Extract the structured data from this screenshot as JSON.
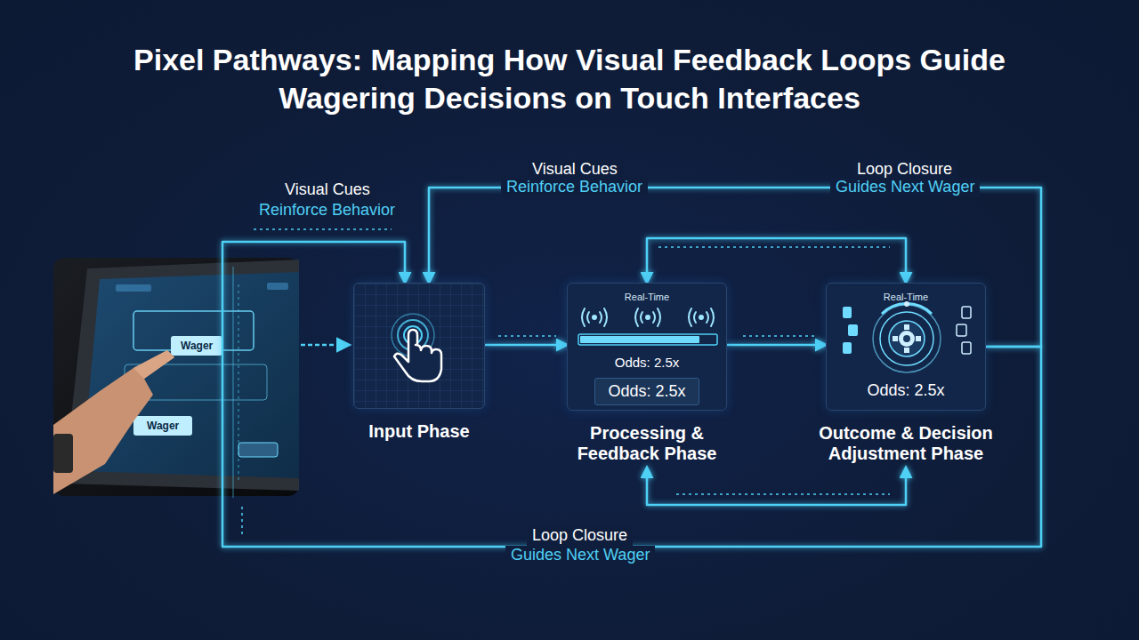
{
  "diagram": {
    "title": "Pixel Pathways: Mapping How Visual Feedback Loops Guide Wagering Decisions on Touch Interfaces",
    "nodes": [
      {
        "text": [
          "Input Phase"
        ]
      },
      {
        "text": [
          "Real-Time",
          "Odds: 2.5x",
          "Odds: 2.5x",
          "Processing & Feedback Phase"
        ]
      },
      {
        "text": [
          "Real-Time",
          "Odds: 2.5x",
          "Outcome & Decision Adjustment Phase"
        ]
      }
    ],
    "edges": [
      {
        "from": 0,
        "to": 1,
        "arrow": "to"
      },
      {
        "from": 1,
        "to": 2,
        "arrow": "to"
      },
      {
        "from": 1,
        "to": 2,
        "arrow": "both"
      },
      {
        "from": 1,
        "to": 2,
        "arrow": "both"
      },
      {
        "from": 2,
        "to": 0,
        "arrow": "to"
      },
      {
        "from": 2,
        "to": 0,
        "arrow": "to"
      }
    ],
    "labels": [
      "Visual Cues",
      "Reinforce Behavior",
      "Visual Cues",
      "Reinforce Behavior",
      "Loop Closure",
      "Guides Next Wager",
      "Wager",
      "Wager",
      "Loop Closure",
      "Guides Next Wager"
    ]
  }
}
